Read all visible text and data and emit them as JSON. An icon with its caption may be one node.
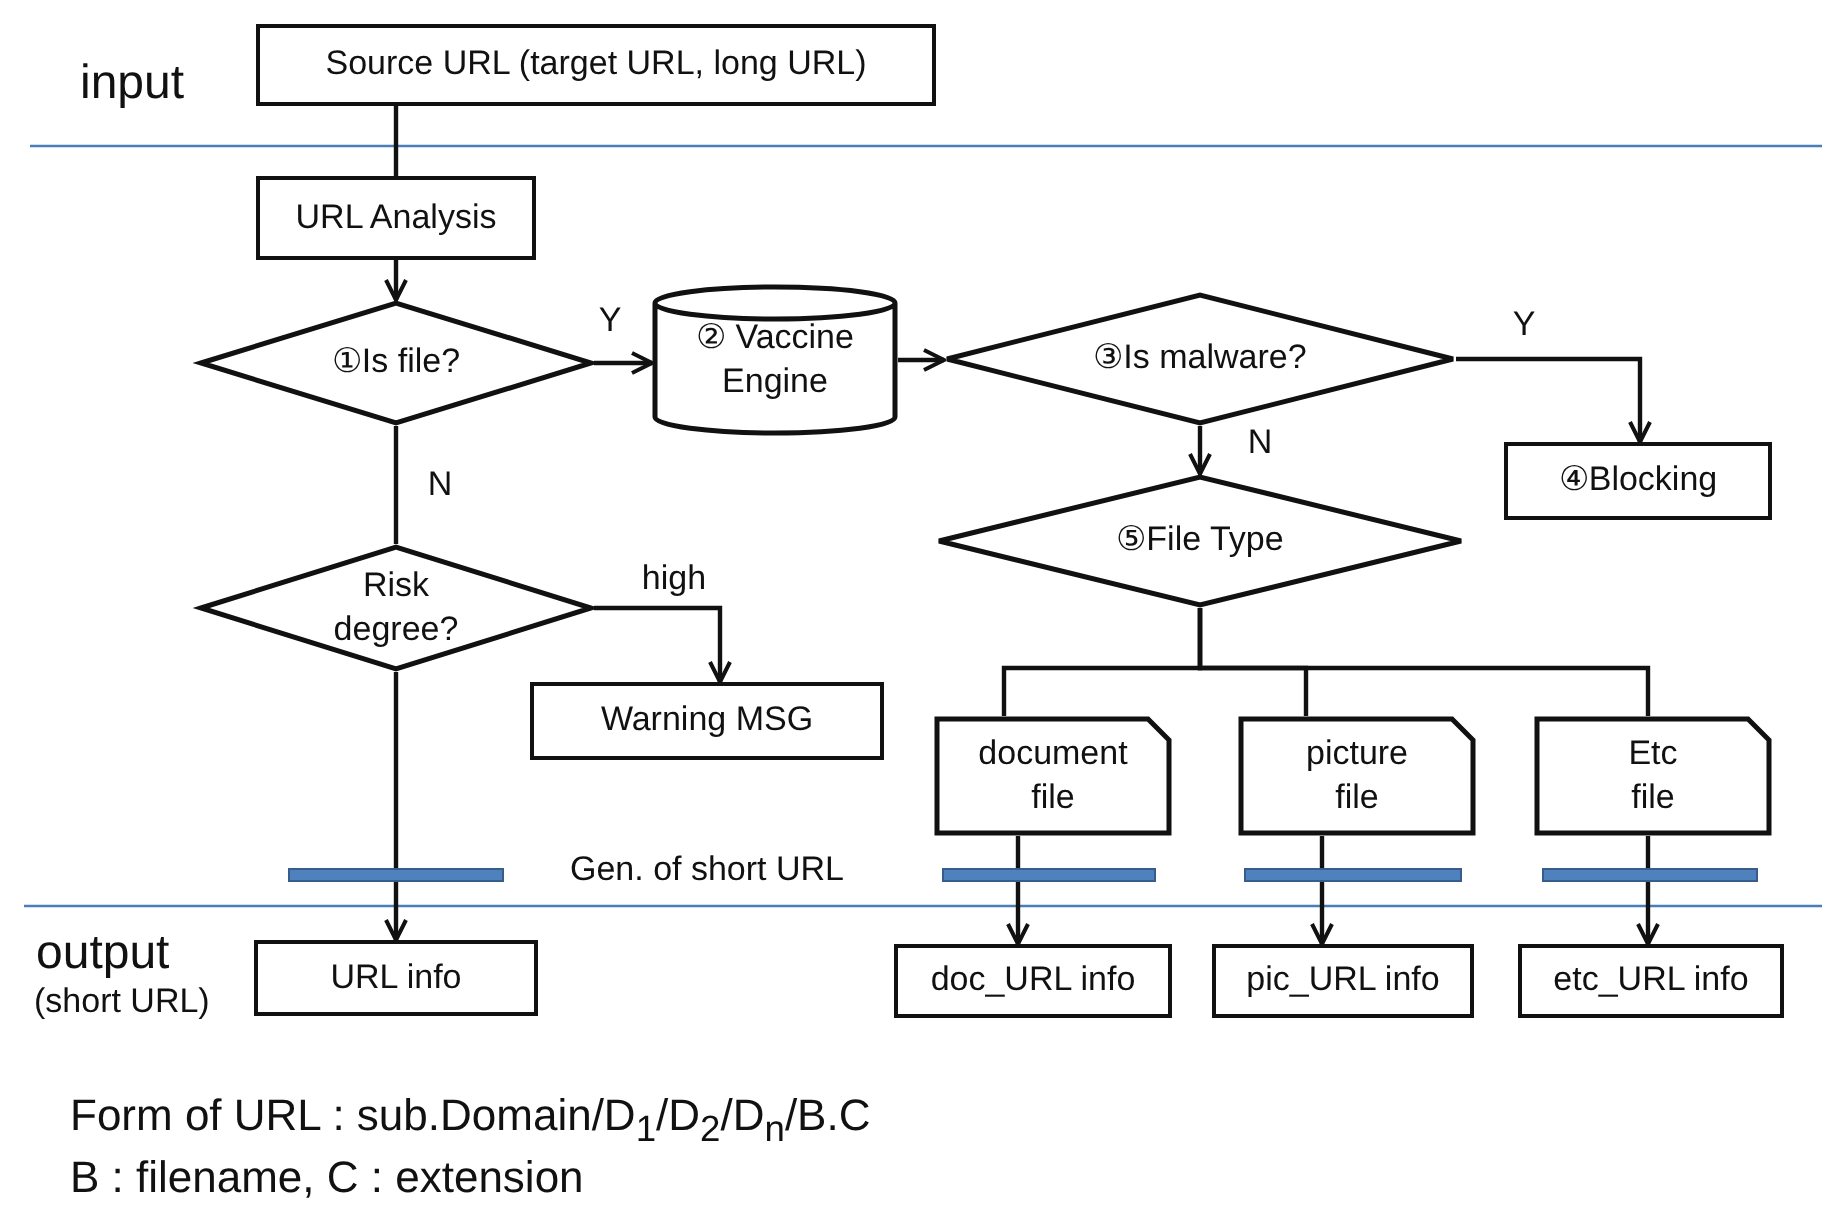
{
  "diagram": {
    "nodes": [
      {
        "text": [
          "Source URL (target URL, long URL)"
        ]
      },
      {
        "text": [
          "URL Analysis"
        ]
      },
      {
        "text": [
          "①Is file?"
        ]
      },
      {
        "text": [
          "② Vaccine Engine"
        ]
      },
      {
        "text": [
          "③Is malware?"
        ]
      },
      {
        "text": [
          "④Blocking"
        ]
      },
      {
        "text": [
          "⑤File Type"
        ]
      },
      {
        "text": [
          "Risk degree?"
        ]
      },
      {
        "text": [
          "Warning MSG"
        ]
      },
      {
        "text": [
          "document file"
        ]
      },
      {
        "text": [
          "picture file"
        ]
      },
      {
        "text": [
          "Etc file"
        ]
      },
      {
        "text": [],
        "shape": "bar"
      },
      {
        "text": [],
        "shape": "bar"
      },
      {
        "text": [],
        "shape": "bar"
      },
      {
        "text": [],
        "shape": "bar"
      },
      {
        "text": [
          "URL info"
        ]
      },
      {
        "text": [
          "doc_URL info"
        ]
      },
      {
        "text": [
          "pic_URL info"
        ]
      },
      {
        "text": [
          "etc_URL info"
        ]
      }
    ],
    "edges": [
      {
        "from": 0,
        "to": 1,
        "arrow": "none"
      },
      {
        "from": 1,
        "to": 2,
        "arrow": "to"
      },
      {
        "from": 2,
        "to": 3,
        "arrow": "to",
        "label": "Y"
      },
      {
        "from": 3,
        "to": 4,
        "arrow": "to"
      },
      {
        "from": 4,
        "to": 5,
        "arrow": "to",
        "label": "Y"
      },
      {
        "from": 4,
        "to": 6,
        "arrow": "to",
        "label": "N"
      },
      {
        "from": 2,
        "to": 7,
        "arrow": "none",
        "label": "N"
      },
      {
        "from": 7,
        "to": 8,
        "arrow": "to",
        "label": "high"
      },
      {
        "from": 6,
        "to": 9,
        "arrow": "none"
      },
      {
        "from": 6,
        "to": 10,
        "arrow": "none"
      },
      {
        "from": 6,
        "to": 11,
        "arrow": "none"
      },
      {
        "from": 7,
        "to": 12,
        "arrow": "none"
      },
      {
        "from": 12,
        "to": 16,
        "arrow": "to"
      },
      {
        "from": 9,
        "to": 13,
        "arrow": "none"
      },
      {
        "from": 13,
        "to": 17,
        "arrow": "to"
      },
      {
        "from": 10,
        "to": 14,
        "arrow": "none"
      },
      {
        "from": 14,
        "to": 18,
        "arrow": "to"
      },
      {
        "from": 11,
        "to": 15,
        "arrow": "none"
      },
      {
        "from": 15,
        "to": 19,
        "arrow": "to"
      }
    ],
    "labels": [
      "input",
      "Gen. of short URL",
      "output",
      "(short URL)",
      "Form of URL : sub.Domain/D$_{1}$/D$_{2}$/D$_{n}$/B.C",
      "B : filename, C : extension"
    ]
  }
}
